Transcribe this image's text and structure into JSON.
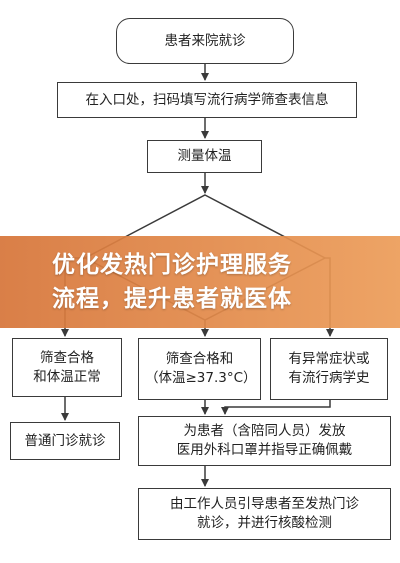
{
  "flowchart": {
    "start": "患者来院就诊",
    "scan": "在入口处，扫码填写流行病学筛查表信息",
    "temp": "测量体温",
    "normal": "筛查合格\n和体温正常",
    "fever": "筛查合格和\n（体温≥37.3°C）",
    "abnormal": "有异常症状或\n有流行病学史",
    "general": "普通门诊就诊",
    "mask": "为患者（含陪同人员）发放\n医用外科口罩并指导正确佩戴",
    "guide": "由工作人员引导患者至发热门诊\n就诊，并进行核酸检测"
  },
  "banner": {
    "text": "优化发热门诊护理服务\n流程，提升患者就医体"
  }
}
